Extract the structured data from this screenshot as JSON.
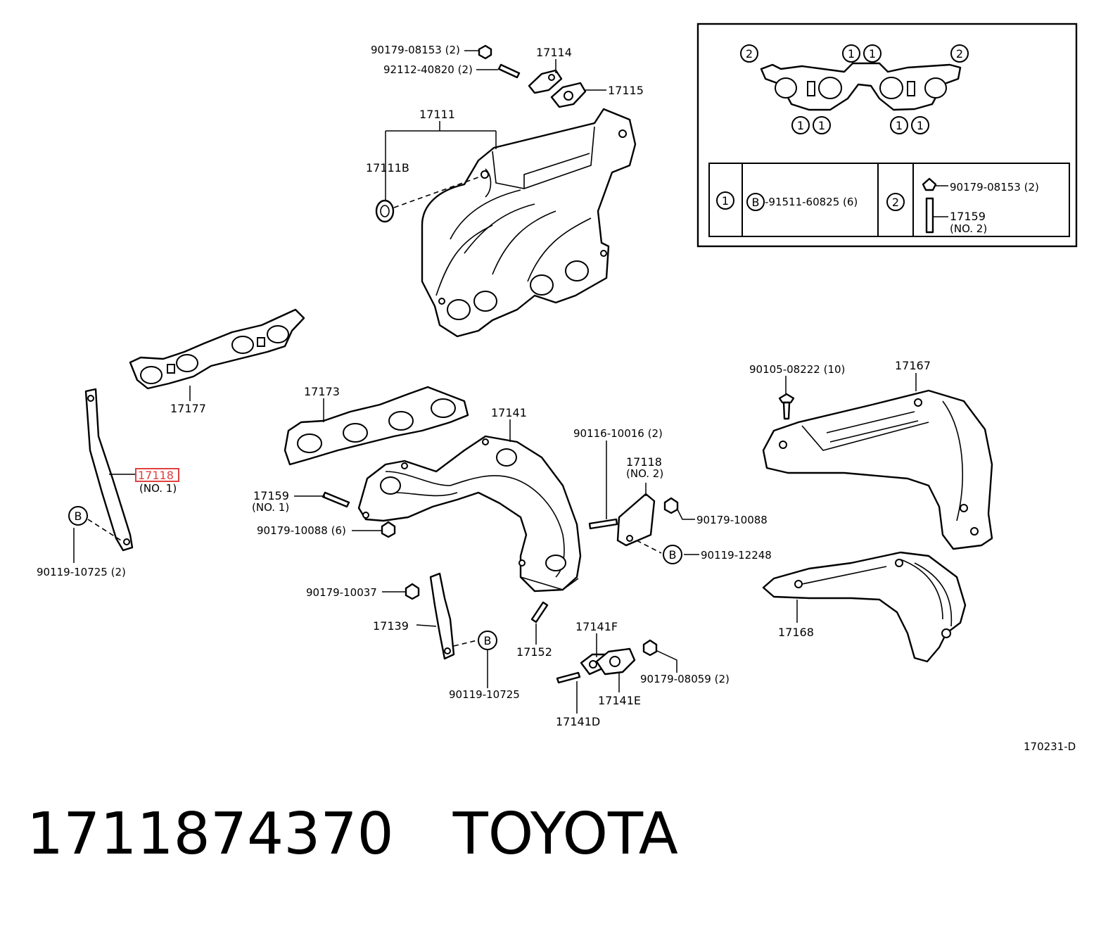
{
  "footer": {
    "part_number": "1711874370",
    "brand": "TOYOTA"
  },
  "diagram_code": "170231-D",
  "highlight_color": "#e04040",
  "labels": {
    "l_90179_08153_2": "90179-08153 (2)",
    "l_92112_40820_2": "92112-40820 (2)",
    "l_17114": "17114",
    "l_17115": "17115",
    "l_17111": "17111",
    "l_17111B": "17111B",
    "l_17177": "17177",
    "l_17118": "17118",
    "l_no1_a": "(NO. 1)",
    "l_B_left": "B",
    "l_90119_10725_2": "90119-10725 (2)",
    "l_17173": "17173",
    "l_17141": "17141",
    "l_17159": "17159",
    "l_no1_b": "(NO. 1)",
    "l_90179_10088_6": "90179-10088 (6)",
    "l_90116_10016_2": "90116-10016 (2)",
    "l_17118_no2": "17118",
    "l_no2_a": "(NO. 2)",
    "l_90179_10088": "90179-10088",
    "l_B_mid": "B",
    "l_90119_12248": "90119-12248",
    "l_90179_10037": "90179-10037",
    "l_17139": "17139",
    "l_B_low": "B",
    "l_90119_10725": "90119-10725",
    "l_17152": "17152",
    "l_17141F": "17141F",
    "l_90179_08059_2": "90179-08059 (2)",
    "l_17141E": "17141E",
    "l_17141D": "17141D",
    "l_90105_08222_10": "90105-08222 (10)",
    "l_17167": "17167",
    "l_17168": "17168"
  },
  "inset": {
    "circ1": "1",
    "circ2": "2",
    "B": "B",
    "part_91511": "-91511-60825 (6)",
    "part_90179_08153": "90179-08153 (2)",
    "part_17159": "17159",
    "no2": "(NO. 2)"
  }
}
